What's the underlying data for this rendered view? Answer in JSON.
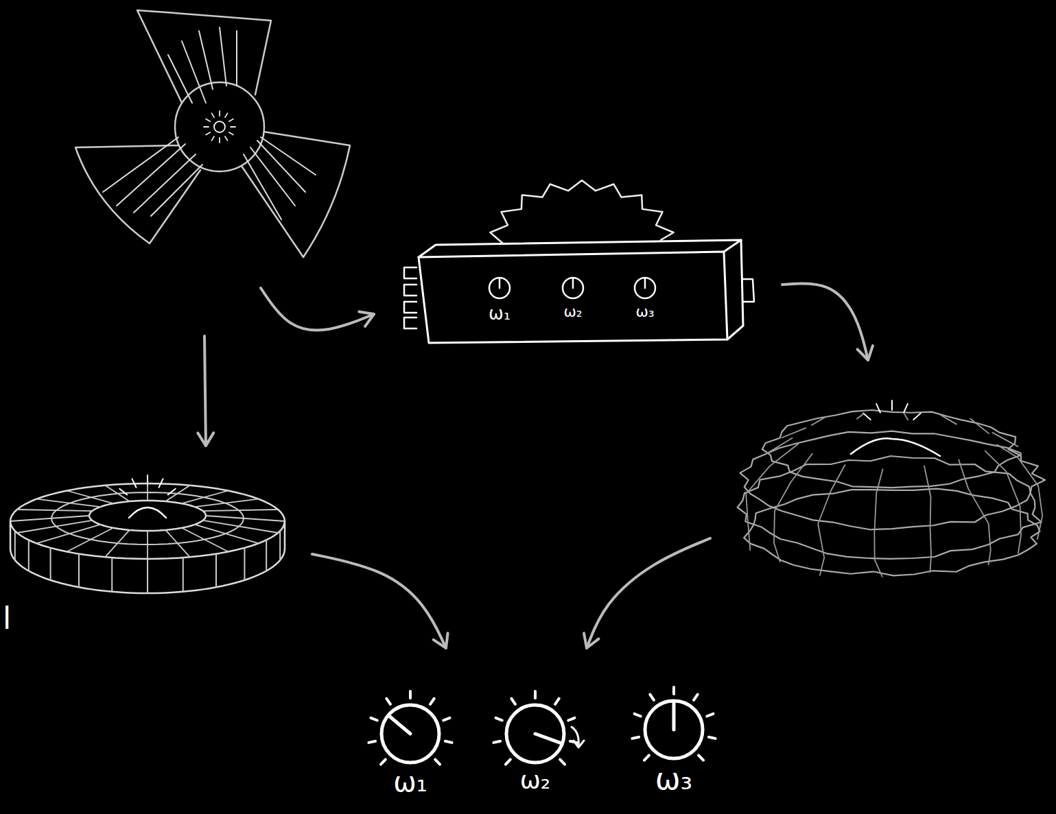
{
  "diagram": {
    "nodes": [
      {
        "text": [
          "ω₁",
          "ω₂",
          "ω₃"
        ]
      },
      {
        "text": [
          "ω₁"
        ]
      },
      {
        "text": [
          "ω₂"
        ]
      },
      {
        "text": [
          "ω₃"
        ]
      }
    ],
    "labels": [
      "l"
    ]
  }
}
